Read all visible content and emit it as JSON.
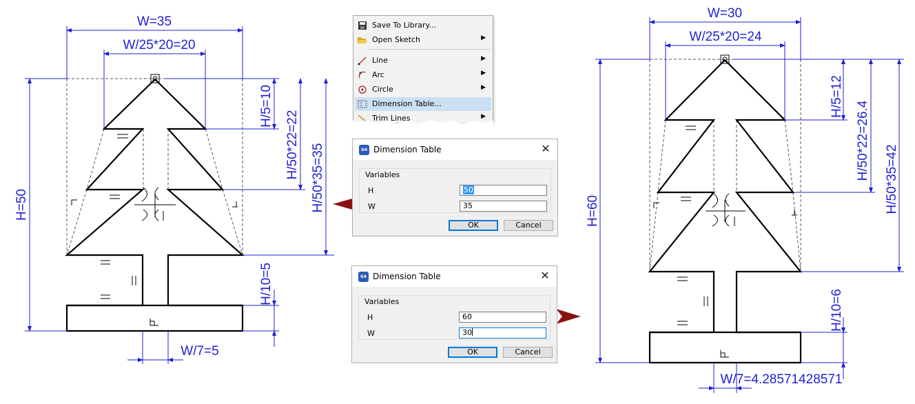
{
  "left_drawing": {
    "dims": {
      "width": "W=35",
      "top_width": "W/25*20=20",
      "height": "H=50",
      "h_top": "H/5=10",
      "h_mid": "H/50*22=22",
      "h_low": "H/50*35=35",
      "h_base": "H/10=5",
      "trunk": "W/7=5"
    }
  },
  "right_drawing": {
    "dims": {
      "width": "W=30",
      "top_width": "W/25*20=24",
      "height": "H=60",
      "h_top": "H/5=12",
      "h_mid": "H/50*22=26.4",
      "h_low": "H/50*35=42",
      "h_base": "H/10=6",
      "trunk": "W/7=4.28571428571"
    }
  },
  "context_menu": {
    "items": [
      {
        "label": "Save To Library...",
        "icon": "save-icon",
        "submenu": false
      },
      {
        "label": "Open Sketch",
        "icon": "folder-open-icon",
        "submenu": true
      },
      {
        "label": "Line",
        "icon": "line-icon",
        "submenu": true
      },
      {
        "label": "Arc",
        "icon": "arc-icon",
        "submenu": true
      },
      {
        "label": "Circle",
        "icon": "circle-icon",
        "submenu": true
      },
      {
        "label": "Dimension Table...",
        "icon": "dimension-table-icon",
        "submenu": false,
        "highlighted": true
      },
      {
        "label": "Trim Lines",
        "icon": "trim-lines-icon",
        "submenu": true
      }
    ]
  },
  "dialog1": {
    "title": "Dimension Table",
    "app_icon_text": "G4",
    "group_label": "Variables",
    "var_h_label": "H",
    "var_h_value": "50",
    "var_w_label": "W",
    "var_w_value": "35",
    "ok": "OK",
    "cancel": "Cancel"
  },
  "dialog2": {
    "title": "Dimension Table",
    "app_icon_text": "G4",
    "group_label": "Variables",
    "var_h_label": "H",
    "var_h_value": "60",
    "var_w_label": "W",
    "var_w_value": "30",
    "ok": "OK",
    "cancel": "Cancel"
  },
  "colors": {
    "dimension": "#1f1fd6",
    "geometry": "#000000",
    "construction": "#555555",
    "arrow": "#8b1111",
    "highlight": "#cce0f3"
  }
}
